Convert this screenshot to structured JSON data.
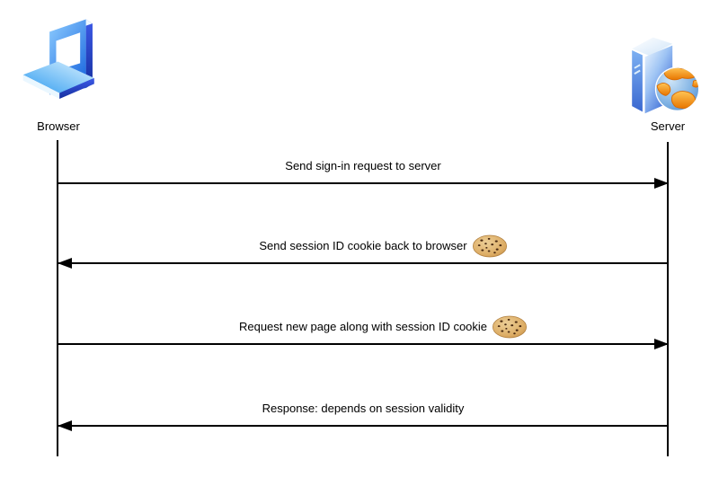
{
  "diagram": {
    "actors": [
      {
        "id": "browser",
        "label": "Browser",
        "icon": "laptop-icon"
      },
      {
        "id": "server",
        "label": "Server",
        "icon": "server-globe-icon"
      }
    ],
    "messages": [
      {
        "from": "Browser",
        "to": "Server",
        "direction": "right",
        "cookie_icon": false,
        "text": "Send sign-in request to server"
      },
      {
        "from": "Server",
        "to": "Browser",
        "direction": "left",
        "cookie_icon": true,
        "text": "Send session ID cookie back to browser"
      },
      {
        "from": "Browser",
        "to": "Server",
        "direction": "right",
        "cookie_icon": true,
        "text": "Request new page along with session ID cookie"
      },
      {
        "from": "Server",
        "to": "Browser",
        "direction": "left",
        "cookie_icon": false,
        "text": "Response: depends on session validity"
      }
    ],
    "colors": {
      "background": "#ffffff",
      "line": "#000000",
      "laptop_blue": "#2f8ef7",
      "laptop_dark_blue": "#142f9e",
      "laptop_light_blue": "#dbf2ff",
      "server_front_light": "#eef6fe",
      "server_front_blue": "#2e5fd2",
      "server_side_blue": "#3a68d0",
      "globe_ocean": "#7fb2e4",
      "globe_land_orange": "#f59b00",
      "cookie_tan": "#dcab63",
      "cookie_chip_brown": "#4a2a12"
    }
  }
}
